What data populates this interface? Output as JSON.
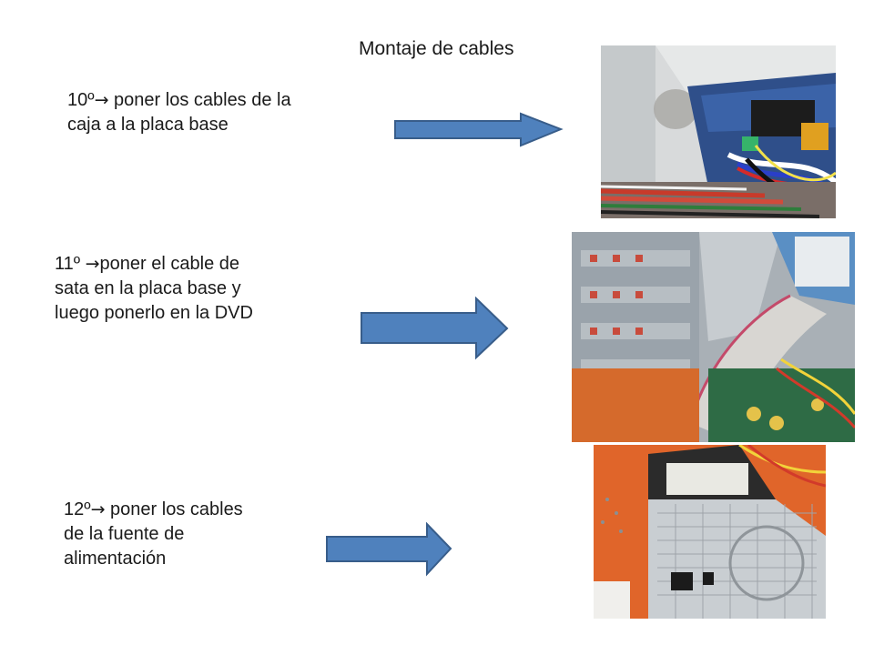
{
  "slide": {
    "title": "Montaje de cables"
  },
  "steps": [
    {
      "number": "10º",
      "arrow_symbol": "",
      "text": " poner los cables de la caja a la placa base"
    },
    {
      "number": "11º ",
      "arrow_symbol": "",
      "text": "poner el  cable de sata en la placa base y luego ponerlo en la DVD"
    },
    {
      "number": "12º",
      "arrow_symbol": "",
      "text": " poner los cables de la fuente de alimentación"
    }
  ],
  "colors": {
    "arrow_fill": "#4f81bd",
    "arrow_stroke": "#385d8a",
    "text": "#1a1a1a",
    "background": "#ffffff"
  },
  "icons": {
    "step_arrow": "right-arrow-icon",
    "pointer_arrow": "block-right-arrow"
  }
}
